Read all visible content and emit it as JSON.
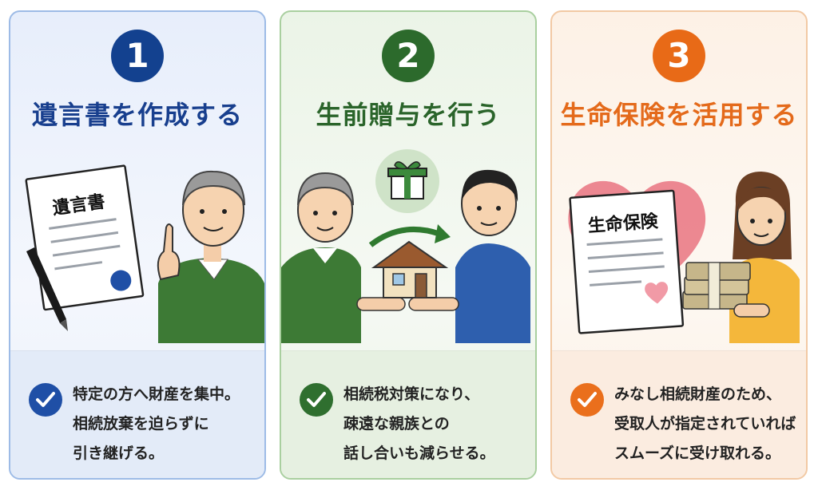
{
  "cards": [
    {
      "number": "1",
      "title": "遺言書を作成する",
      "document_label": "遺言書",
      "lines": [
        "特定の方へ財産を集中。",
        "相続放棄を迫らずに",
        "引き継げる。"
      ]
    },
    {
      "number": "2",
      "title": "生前贈与を行う",
      "lines": [
        "相続税対策になり、",
        "疎遠な親族との",
        "話し合いも減らせる。"
      ]
    },
    {
      "number": "3",
      "title": "生命保険を活用する",
      "document_label": "生命保険",
      "lines": [
        "みなし相続財産のため、",
        "受取人が指定されていれば",
        "スムーズに受け取れる。"
      ]
    }
  ],
  "icons": [
    "check-circle-icon",
    "document-icon",
    "pen-icon",
    "gift-icon",
    "house-icon",
    "heart-icon",
    "money-stack-icon"
  ],
  "colors": {
    "card1_accent": "#13418f",
    "card2_accent": "#2c6a2c",
    "card3_accent": "#e86a17"
  }
}
